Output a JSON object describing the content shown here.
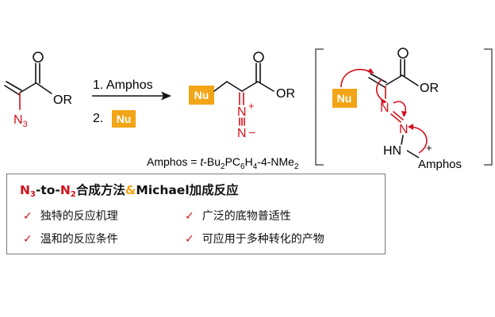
{
  "reaction": {
    "reactant_ester": "OR",
    "reactant_azide": "N",
    "reactant_azide_sub": "3",
    "step1": "1. Amphos",
    "step2": "2.",
    "nu": "Nu",
    "product_ester": "OR",
    "product_n1": "N",
    "product_n2": "N",
    "plus": "+",
    "minus": "–",
    "amphos_def": {
      "a": "Amphos = ",
      "b": "t",
      "c": "-Bu",
      "c_sub": "2",
      "d": "PC",
      "d_sub": "6",
      "e": "H",
      "e_sub": "4",
      "f": "-4-NMe",
      "f_sub": "2"
    }
  },
  "mechanism": {
    "nu": "Nu",
    "ester": "OR",
    "n1": "N",
    "n2": "N",
    "hn": "HN",
    "amphos": "Amphos",
    "plus": "+"
  },
  "summary": {
    "title_n3": "N",
    "title_n3_sub": "3",
    "title_to": "-to-",
    "title_n2": "N",
    "title_n2_sub": "2",
    "title_cn": "合成方法",
    "title_amp": "&",
    "title_michael": "Michael加成反应",
    "check": "✓",
    "features": [
      "独特的反应机理",
      "广泛的底物普适性",
      "温和的反应条件",
      "可应用于多种转化的产物"
    ]
  },
  "colors": {
    "red": "#d4111d",
    "orange": "#f2a516"
  }
}
